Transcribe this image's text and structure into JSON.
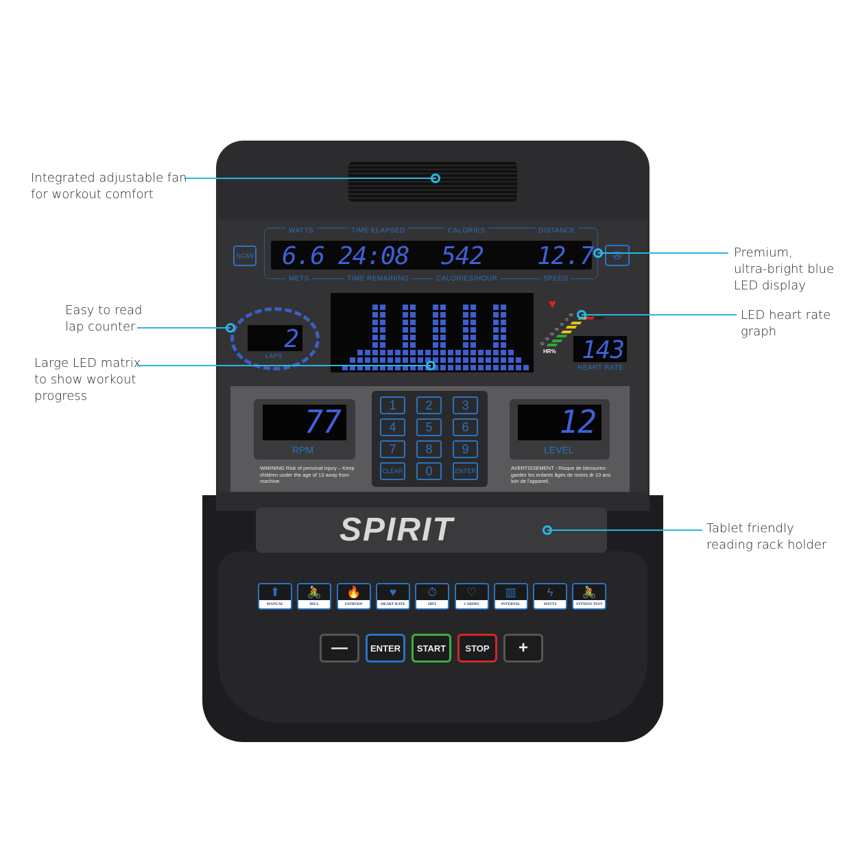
{
  "callouts": {
    "fan": "Integrated adjustable fan\nfor workout comfort",
    "display": "Premium,\nultra-bright blue\nLED display",
    "laps": "Easy to read\nlap counter",
    "hr_graph": "LED heart rate\ngraph",
    "matrix": "Large LED matrix\nto show workout\nprogress",
    "rack": "Tablet friendly\nreading rack holder"
  },
  "display": {
    "top_labels": [
      "WATTS",
      "TIME ELAPSED",
      "CALORIES",
      "DISTANCE"
    ],
    "bottom_labels": [
      "METS",
      "TIME REMAINING",
      "CALORIES/HOUR",
      "SPEED"
    ],
    "values": [
      "6.6",
      "24:08",
      "542",
      "12.7"
    ],
    "scan_label": "SCAN",
    "fan_icon": "fan-icon"
  },
  "laps": {
    "value": "2",
    "label": "LAPS"
  },
  "matrix": {
    "column_heights": [
      1,
      2,
      3,
      3,
      9,
      9,
      3,
      3,
      9,
      9,
      3,
      3,
      9,
      9,
      3,
      3,
      9,
      9,
      3,
      3,
      9,
      9,
      3,
      2,
      1
    ],
    "color": "#3d5fd0"
  },
  "heart_rate": {
    "value": "143",
    "label": "HEART RATE",
    "hr_label": "HR%",
    "scale": [
      "50",
      "55",
      "60",
      "65",
      "70",
      "75",
      "80"
    ]
  },
  "rpm": {
    "value": "77",
    "label": "RPM"
  },
  "level": {
    "value": "12",
    "label": "LEVEL"
  },
  "keypad": [
    "1",
    "2",
    "3",
    "4",
    "5",
    "6",
    "7",
    "8",
    "9",
    "CLEAR",
    "0",
    "ENTER"
  ],
  "warning_en": "WARNING Risk of personal injury – Keep children under the age of 13 away from machine.",
  "warning_fr": "AVERTISSEMENT - Risque de blessures-gardez les enfants âgés de moins dr 13 ans loin de l'appareil.",
  "brand": "SPIRIT",
  "programs": [
    {
      "label": "MANUAL",
      "icon": "⬆"
    },
    {
      "label": "HILL",
      "icon": "🚴"
    },
    {
      "label": "FATBURN",
      "icon": "🔥"
    },
    {
      "label": "HEART RATE",
      "icon": "♥"
    },
    {
      "label": "HIIT",
      "icon": "⏱"
    },
    {
      "label": "CARDIO",
      "icon": "♡"
    },
    {
      "label": "INTERVAL",
      "icon": "▥"
    },
    {
      "label": "WATTS",
      "icon": "ϟ"
    },
    {
      "label": "FITNESS TEST",
      "icon": "🚴"
    }
  ],
  "controls": [
    {
      "label": "—",
      "color": "#555555"
    },
    {
      "label": "ENTER",
      "color": "#2a73c0"
    },
    {
      "label": "START",
      "color": "#3fae3f"
    },
    {
      "label": "STOP",
      "color": "#d02828"
    },
    {
      "label": "+",
      "color": "#555555"
    }
  ],
  "accent": "#29b6e6"
}
